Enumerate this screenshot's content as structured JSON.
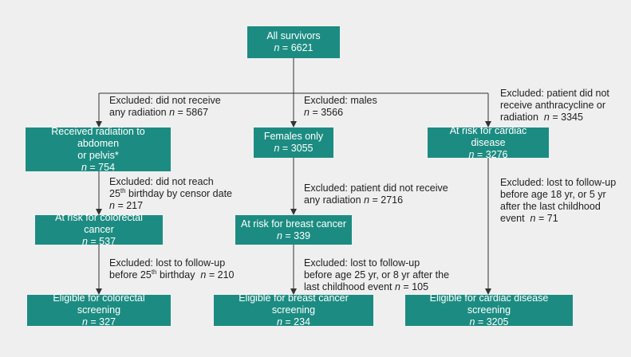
{
  "boxes": {
    "all": {
      "label": "All survivors",
      "n_prefix": "n",
      "n_value": "= 6621"
    },
    "radiation": {
      "label_line1": "Received radiation to abdomen",
      "label_line2": "or pelvis*",
      "n_prefix": "n",
      "n_value": "= 754"
    },
    "females": {
      "label": "Females only",
      "n_prefix": "n",
      "n_value": "= 3055"
    },
    "cardiac_risk": {
      "label": "At risk for cardiac disease",
      "n_prefix": "n",
      "n_value": "= 3276"
    },
    "colorectal_risk": {
      "label": "At risk for colorectal cancer",
      "n_prefix": "n",
      "n_value": "= 537"
    },
    "breast_risk": {
      "label": "At risk for breast cancer",
      "n_prefix": "n",
      "n_value": "= 339"
    },
    "colorectal_eligible": {
      "label": "Eligible for colorectal screening",
      "n_prefix": "n",
      "n_value": "= 327"
    },
    "breast_eligible": {
      "label": "Eligible for breast cancer screening",
      "n_prefix": "n",
      "n_value": "= 234"
    },
    "cardiac_eligible": {
      "label": "Eligible for cardiac disease screening",
      "n_prefix": "n",
      "n_value": "= 3205"
    }
  },
  "exclusions": {
    "no_radiation": {
      "line1": "Excluded: did not receive",
      "line2": "any radiation",
      "n_prefix": "n",
      "n_value": "= 5867"
    },
    "males": {
      "line1": "Excluded: males",
      "n_prefix": "n",
      "n_value": "= 3566"
    },
    "no_anthracycline": {
      "line1": "Excluded: patient did not",
      "line2": "receive anthracycline or",
      "line3": "radiation",
      "n_prefix": "n",
      "n_value": "= 3345"
    },
    "not_25": {
      "line1": "Excluded: did not reach",
      "line2_num": "25",
      "line2_sup": "th",
      "line2_rest": " birthday by censor date",
      "n_prefix": "n",
      "n_value": "= 217"
    },
    "no_radiation_breast": {
      "line1": "Excluded: patient did not receive",
      "line2": "any radiation",
      "n_prefix": "n",
      "n_value": "= 2716"
    },
    "lost_cardiac": {
      "line1": "Excluded: lost to follow-up",
      "line2": "before age 18 yr, or 5 yr",
      "line3": "after the last childhood",
      "line4": "event",
      "n_prefix": "n",
      "n_value": "= 71"
    },
    "lost_colorectal": {
      "line1": "Excluded: lost to follow-up",
      "line2_pre": "before 25",
      "line2_sup": "th",
      "line2_rest": " birthday",
      "n_prefix": "n",
      "n_value": "= 210"
    },
    "lost_breast": {
      "line1": "Excluded: lost to follow-up",
      "line2": "before age 25 yr, or 8 yr after the",
      "line3": "last childhood event",
      "n_prefix": "n",
      "n_value": "= 105"
    }
  },
  "colors": {
    "box_fill": "#1c8c82",
    "box_text": "#ffffff",
    "line": "#333333",
    "background": "#efefef"
  }
}
